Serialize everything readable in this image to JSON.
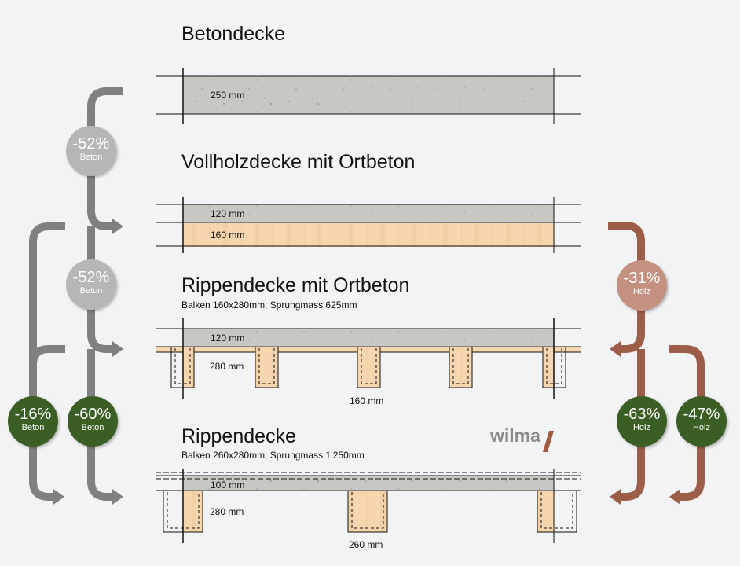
{
  "colors": {
    "concrete_arrow": "#808080",
    "wood_arrow": "#9c5e48",
    "badge_grey": "#b6b6b6",
    "badge_pink": "#c4907f",
    "badge_green": "#3a5e24",
    "concrete": "#c8c6c0",
    "wood": "#f6d5ad",
    "logo_accent": "#a0593d"
  },
  "sections": [
    {
      "title": "Betondecke",
      "subtitle": "",
      "dims": [
        "250 mm"
      ]
    },
    {
      "title": "Vollholzdecke mit Ortbeton",
      "subtitle": "",
      "dims": [
        "120 mm",
        "160 mm"
      ]
    },
    {
      "title": "Rippendecke mit Ortbeton",
      "subtitle": "Balken 160x280mm;  Sprungmass  625mm",
      "dims": [
        "120 mm",
        "280 mm",
        "160 mm"
      ]
    },
    {
      "title": "Rippendecke",
      "subtitle": "Balken 260x280mm;  Sprungmass  1’250mm",
      "dims": [
        "100 mm",
        "280 mm",
        "260 mm"
      ]
    }
  ],
  "badges": [
    {
      "value": "-52%",
      "material": "Beton",
      "color": "grey"
    },
    {
      "value": "-52%",
      "material": "Beton",
      "color": "grey"
    },
    {
      "value": "-16%",
      "material": "Beton",
      "color": "green"
    },
    {
      "value": "-60%",
      "material": "Beton",
      "color": "green"
    },
    {
      "value": "-31%",
      "material": "Holz",
      "color": "pink"
    },
    {
      "value": "-63%",
      "material": "Holz",
      "color": "green"
    },
    {
      "value": "-47%",
      "material": "Holz",
      "color": "green"
    }
  ],
  "logo": {
    "text": "wilma"
  }
}
